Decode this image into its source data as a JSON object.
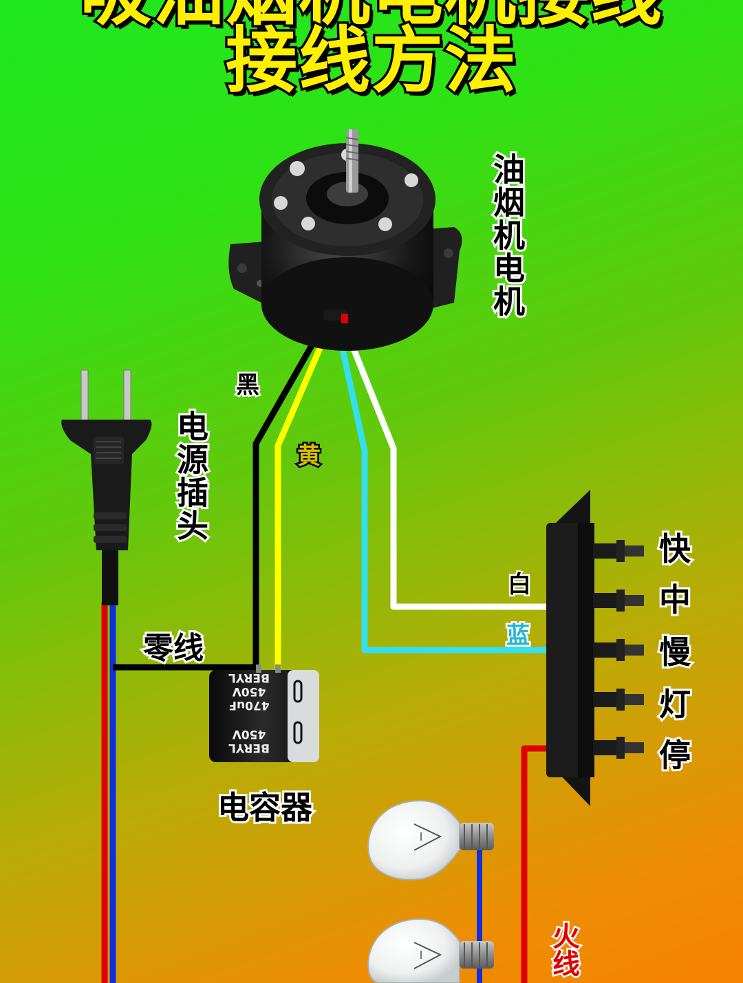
{
  "title": {
    "line1": "吸油烟机电机接线",
    "line2": "接线方法"
  },
  "labels": {
    "motor": "油烟机电机",
    "plug": "电源插头",
    "neutral": "零线",
    "capacitor": "电容器",
    "hot": "火线"
  },
  "wires": {
    "black": "黑",
    "yellow": "黄",
    "white": "白",
    "blue": "蓝"
  },
  "switch_positions": [
    "快",
    "中",
    "慢",
    "灯",
    "停"
  ],
  "capacitor_print": {
    "brand": "BERYL",
    "voltage": "450V",
    "capacitance": "470uF"
  },
  "colors": {
    "title_fill": "#ffef00",
    "wire_black": "#000000",
    "wire_yellow": "#ffff00",
    "wire_white": "#ffffff",
    "wire_blue": "#33e0f0",
    "wire_live": "#e00000",
    "wire_neutral": "#1030e0",
    "hot_label": "#e00000"
  },
  "icons": {
    "motor": "fan-motor-icon",
    "plug": "power-plug-icon",
    "capacitor": "capacitor-icon",
    "switch": "rotary-switch-icon",
    "bulb": "light-bulb-icon"
  }
}
